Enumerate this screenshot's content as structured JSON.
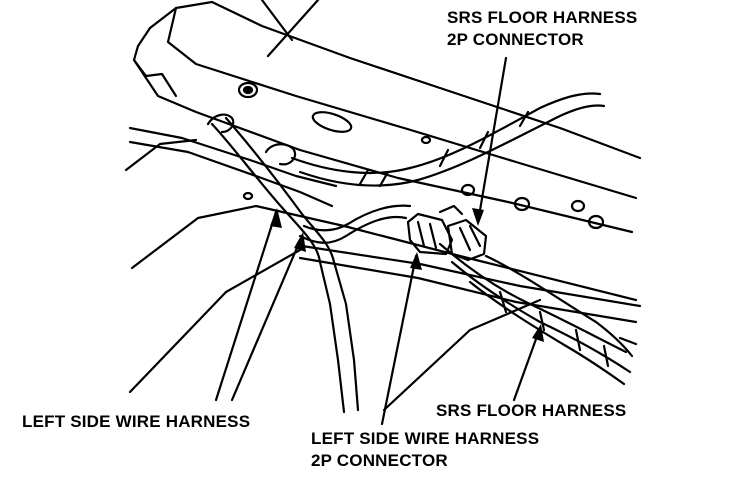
{
  "labels": {
    "srs_floor_harness_connector": [
      "SRS FLOOR HARNESS",
      "2P CONNECTOR"
    ],
    "srs_floor_harness": "SRS FLOOR HARNESS",
    "left_side_wire_harness": "LEFT SIDE WIRE HARNESS",
    "left_side_wire_harness_connector": [
      "LEFT SIDE WIRE HARNESS",
      "2P CONNECTOR"
    ]
  },
  "colors": {
    "ink": "#000000",
    "paper": "#ffffff"
  }
}
